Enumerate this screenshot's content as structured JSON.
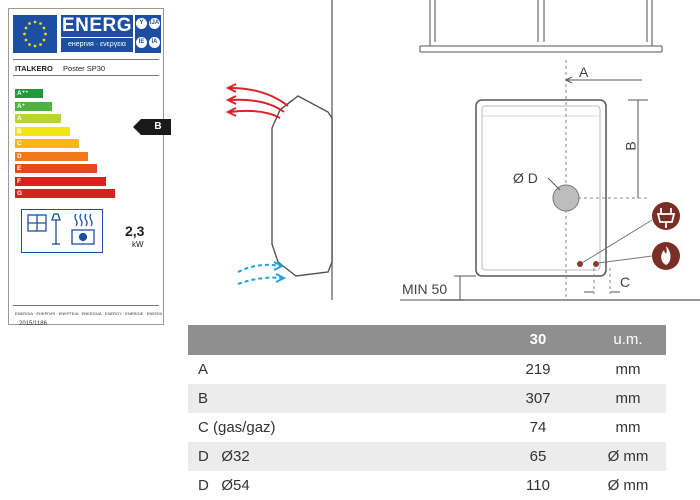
{
  "energy_label": {
    "title": "ENERG",
    "subtitle": "енергия · ενεργεια",
    "languages": [
      "Y",
      "IJA",
      "IE",
      "IA"
    ],
    "supplier": "ITALKERO",
    "model": "Poster SP30",
    "classes": [
      {
        "label": "A⁺⁺",
        "color": "#1f9a3a"
      },
      {
        "label": "A⁺",
        "color": "#4fb142"
      },
      {
        "label": "A",
        "color": "#b8d432"
      },
      {
        "label": "B",
        "color": "#f0e614"
      },
      {
        "label": "C",
        "color": "#f8b617"
      },
      {
        "label": "D",
        "color": "#ee7a1c"
      },
      {
        "label": "E",
        "color": "#e4481f"
      },
      {
        "label": "F",
        "color": "#d8201f"
      },
      {
        "label": "G",
        "color": "#d8201f"
      }
    ],
    "rating": "B",
    "power_value": "2,3",
    "power_unit": "kW",
    "footer": "ENERGIA · ЕНЕРГИЯ · ΕΝΕΡΓΕΙΑ · ENERGIJA · ENERGY · ENERGIE · ENERGI",
    "regulation": "2015/1186"
  },
  "diagram": {
    "dim_a": "A",
    "dim_b": "B",
    "dim_c": "C",
    "dim_d": "Ø D",
    "min_label": "MIN 50"
  },
  "table": {
    "header": {
      "model": "30",
      "unit": "u.m."
    },
    "rows": [
      {
        "label": "A",
        "value": "219",
        "unit": "mm"
      },
      {
        "label": "B",
        "value": "307",
        "unit": "mm"
      },
      {
        "label": "C (gas/gaz)",
        "value": "74",
        "unit": "mm"
      },
      {
        "label": "D   Ø32",
        "value": "65",
        "unit": "Ø mm"
      },
      {
        "label": "D   Ø54",
        "value": "110",
        "unit": "Ø mm"
      }
    ]
  }
}
